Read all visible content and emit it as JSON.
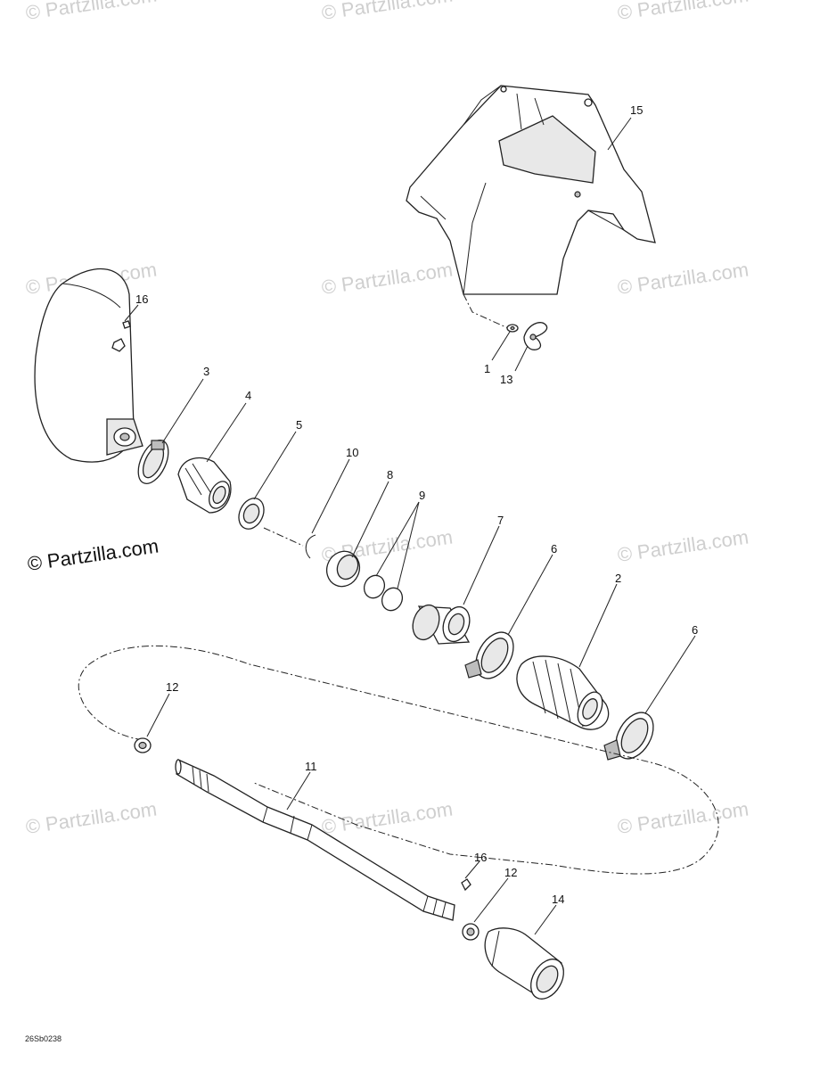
{
  "watermark": {
    "text": "© Partzilla.com"
  },
  "diagram_code": "26Sb0238",
  "callouts": {
    "c1": "1",
    "c2": "2",
    "c3": "3",
    "c4": "4",
    "c5": "5",
    "c6a": "6",
    "c6b": "6",
    "c7": "7",
    "c8": "8",
    "c9": "9",
    "c10": "10",
    "c11": "11",
    "c12a": "12",
    "c12b": "12",
    "c13": "13",
    "c14": "14",
    "c15": "15",
    "c16a": "16",
    "c16b": "16"
  },
  "colors": {
    "line": "#222222",
    "watermark": "#cfcfcf",
    "background": "#ffffff"
  }
}
